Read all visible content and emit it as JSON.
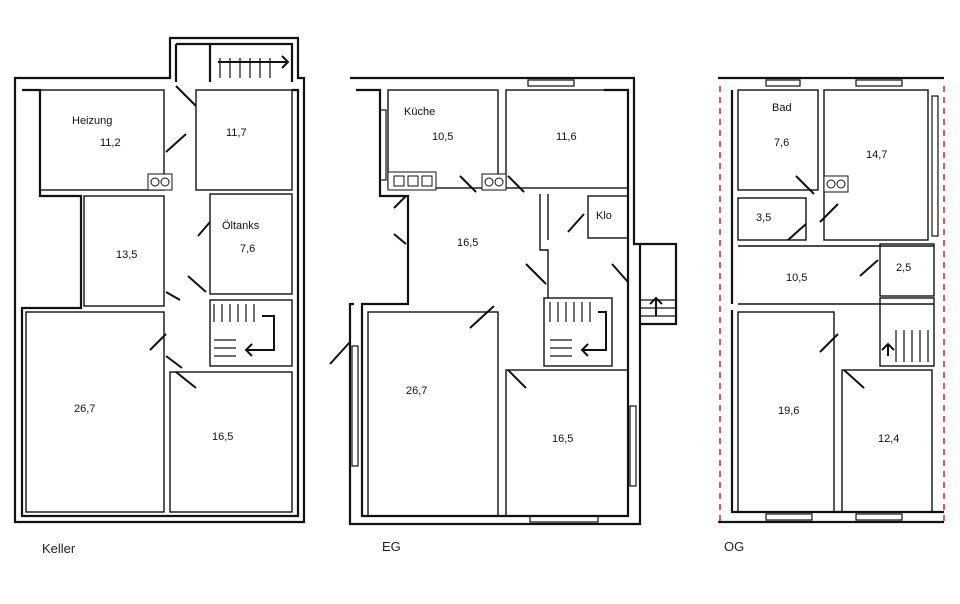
{
  "floors": {
    "keller": {
      "title": "Keller",
      "rooms": {
        "heizung_name": "Heizung",
        "heizung_area": "11,2",
        "flur_area": "11,7",
        "mitte_area": "13,5",
        "oeltanks_name": "Öltanks",
        "oeltanks_area": "7,6",
        "gross_area": "26,7",
        "rechts_area": "16,5"
      }
    },
    "eg": {
      "title": "EG",
      "rooms": {
        "kueche_name": "Küche",
        "kueche_area": "10,5",
        "oben_area": "11,6",
        "flur_area": "16,5",
        "klo_name": "Klo",
        "wohn_area": "26,7",
        "rechts_area": "16,5"
      }
    },
    "og": {
      "title": "OG",
      "rooms": {
        "bad_name": "Bad",
        "bad_area": "7,6",
        "oben_area": "14,7",
        "klein_area": "3,5",
        "flur_area": "10,5",
        "abstell_area": "2,5",
        "links_area": "19,6",
        "rechts_area": "12,4"
      }
    }
  },
  "colors": {
    "walls": "#111111",
    "dashed_outline": "#d9302c",
    "background": "#ffffff"
  }
}
